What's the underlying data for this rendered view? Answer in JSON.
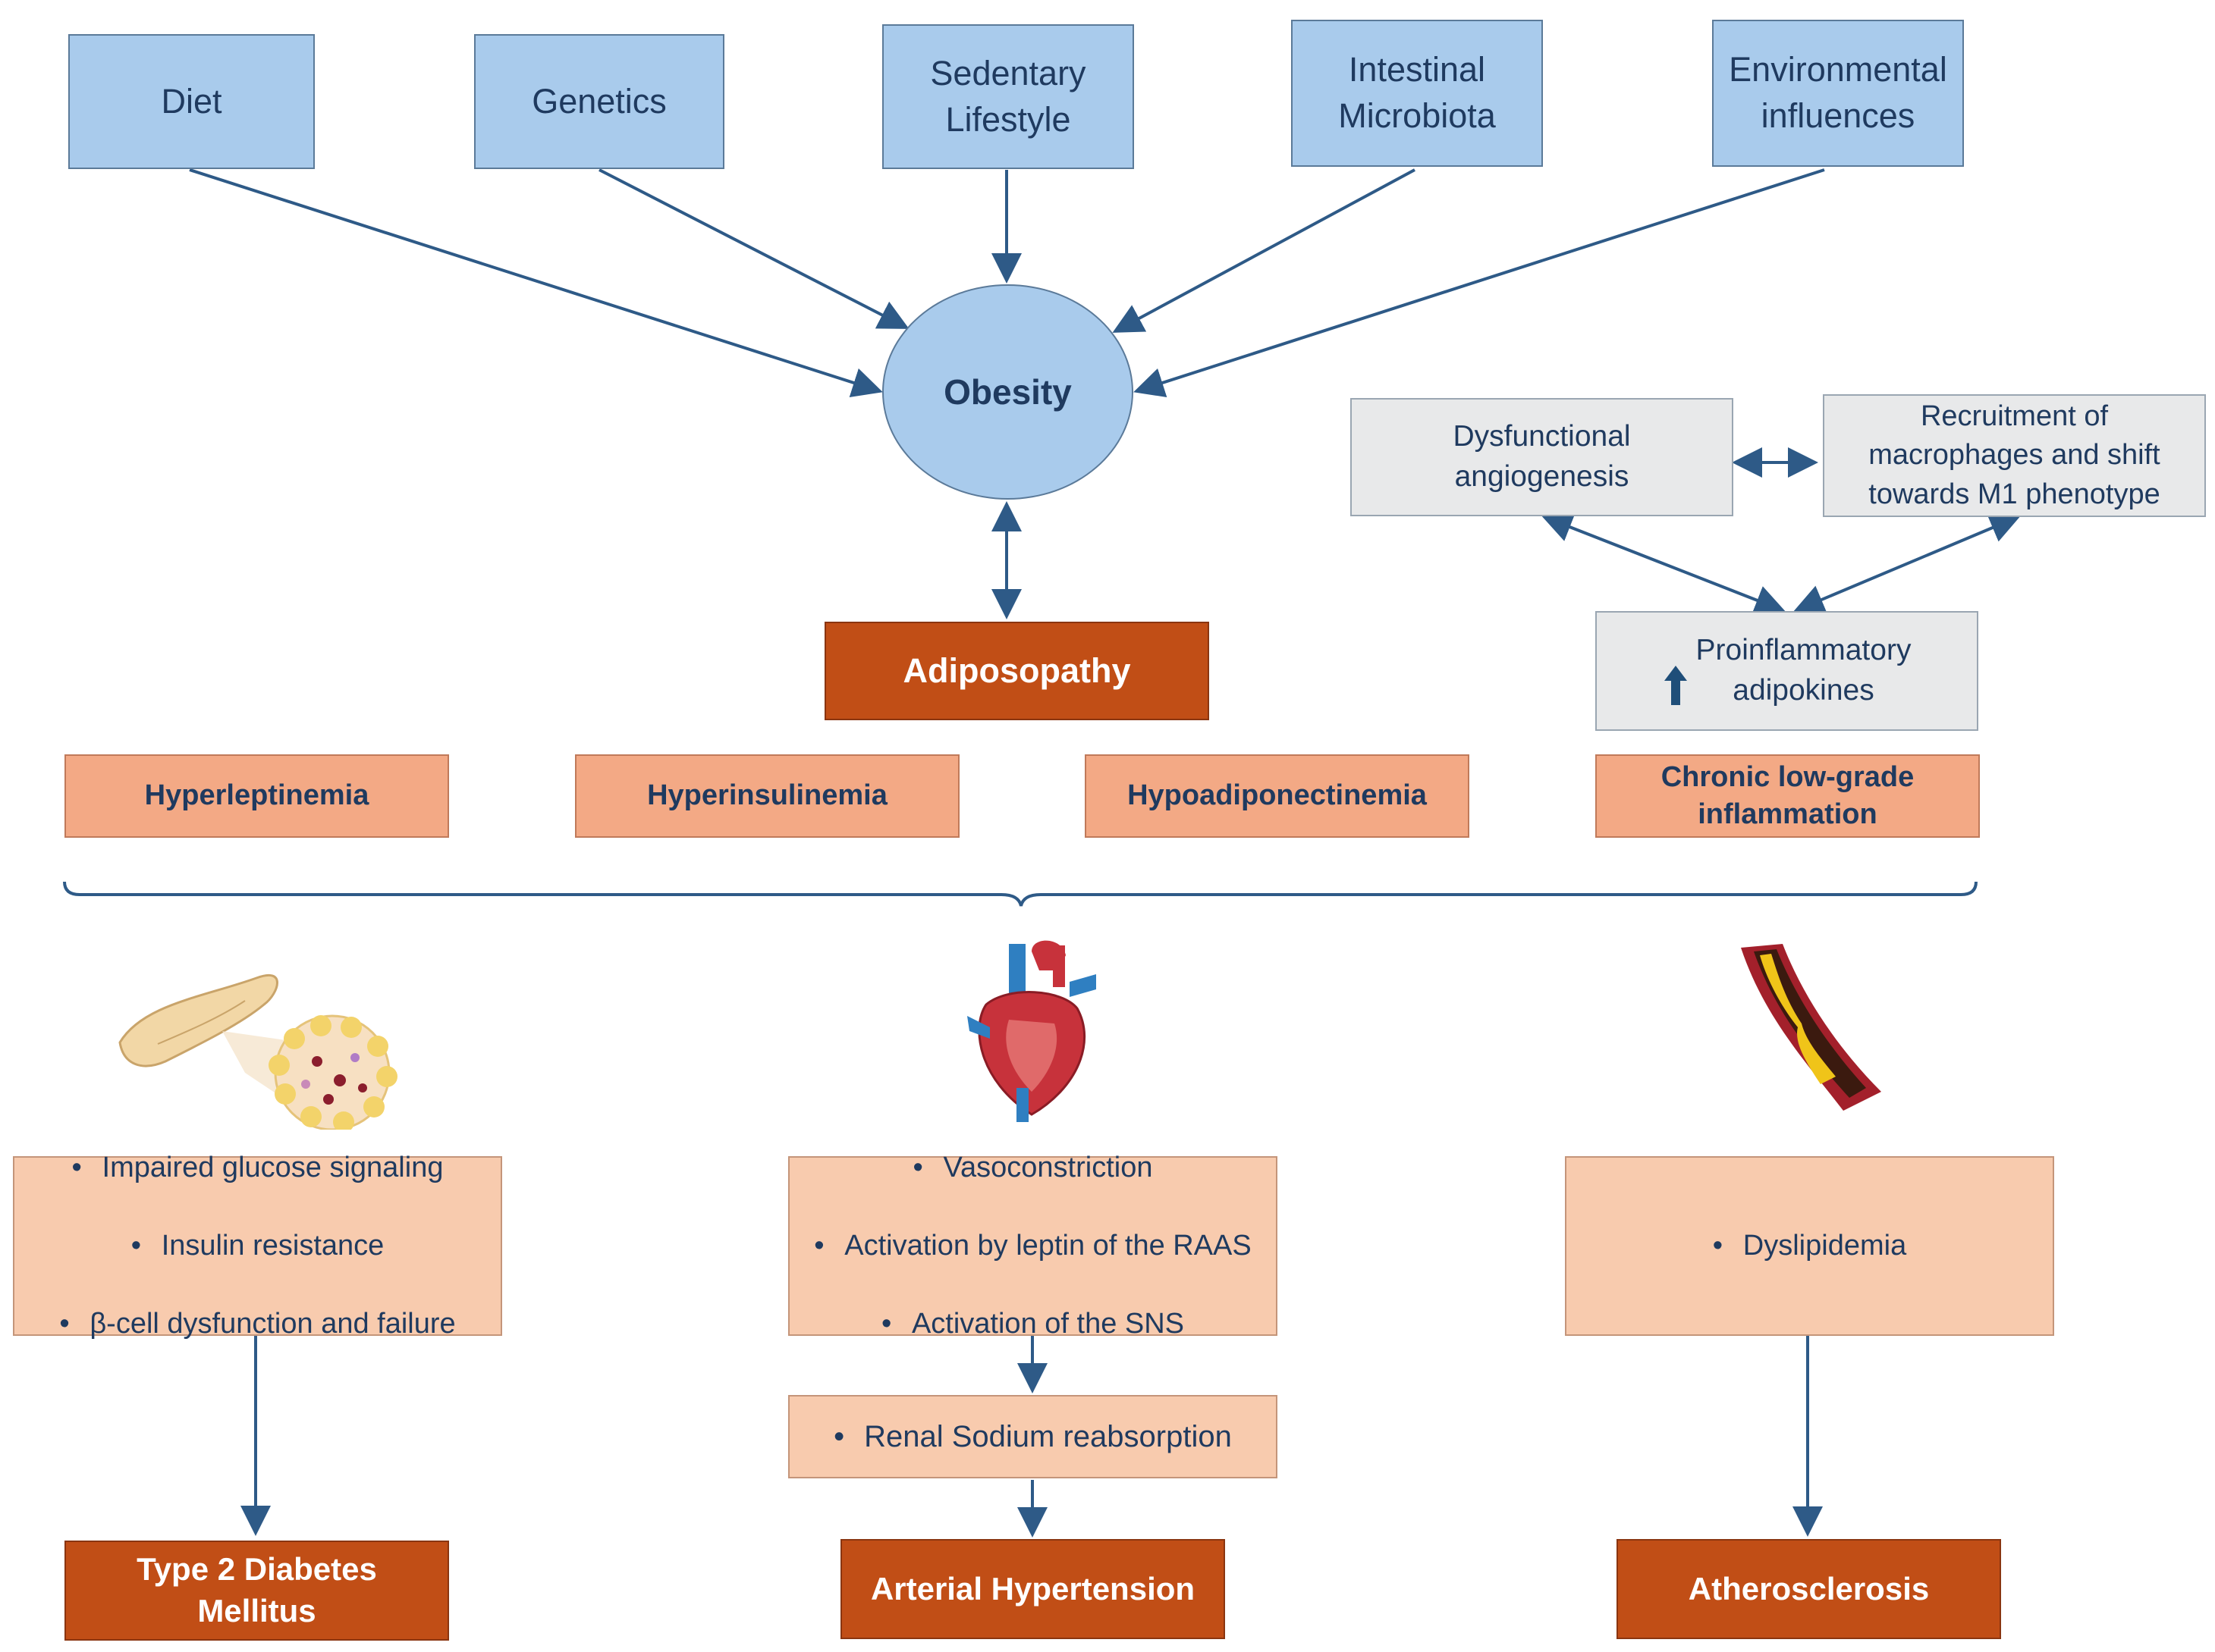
{
  "causes": [
    {
      "id": "diet",
      "label": "Diet"
    },
    {
      "id": "genetics",
      "label": "Genetics"
    },
    {
      "id": "sedentary",
      "label": "Sedentary\nLifestyle"
    },
    {
      "id": "microbiota",
      "label": "Intestinal\nMicrobiota"
    },
    {
      "id": "environment",
      "label": "Environmental\ninfluences"
    }
  ],
  "center": {
    "label": "Obesity"
  },
  "adiposopathy": {
    "label": "Adiposopathy"
  },
  "inflammation_loop": {
    "angiogenesis": "Dysfunctional\nangiogenesis",
    "macrophages": "Recruitment of\nmacrophages and shift\ntowards M1 phenotype",
    "adipokines": "Proinflammatory\nadipokines",
    "adipokines_icon": "up-arrow-icon"
  },
  "conditions": [
    {
      "id": "hyperleptinemia",
      "label": "Hyperleptinemia"
    },
    {
      "id": "hyperinsulinemia",
      "label": "Hyperinsulinemia"
    },
    {
      "id": "hypoadiponectinemia",
      "label": "Hypoadiponectinemia"
    },
    {
      "id": "inflammation",
      "label": "Chronic low-grade\ninflammation"
    }
  ],
  "illustrations": {
    "pancreas": "pancreas-illustration",
    "heart": "heart-illustration",
    "artery": "artery-plaque-illustration"
  },
  "mechanisms": {
    "diabetes": [
      "Impaired glucose signaling",
      "Insulin resistance",
      "β-cell dysfunction and failure"
    ],
    "hypertension": [
      "Vasoconstriction",
      "Activation by leptin of the RAAS",
      "Activation of the SNS"
    ],
    "hypertension_renal": [
      "Renal Sodium reabsorption"
    ],
    "atherosclerosis": [
      "Dyslipidemia"
    ],
    "bullet": "•"
  },
  "outcomes": {
    "diabetes": "Type 2 Diabetes\nMellitus",
    "hypertension": "Arterial Hypertension",
    "atherosclerosis": "Atherosclerosis"
  },
  "colors": {
    "arrow": "#2e5a87",
    "cause_fill": "#a9cbec",
    "dark_fill": "#c14e16",
    "salmon_fill": "#f3a985",
    "peach_fill": "#f8cbae",
    "grey_fill": "#e8e9ea"
  }
}
